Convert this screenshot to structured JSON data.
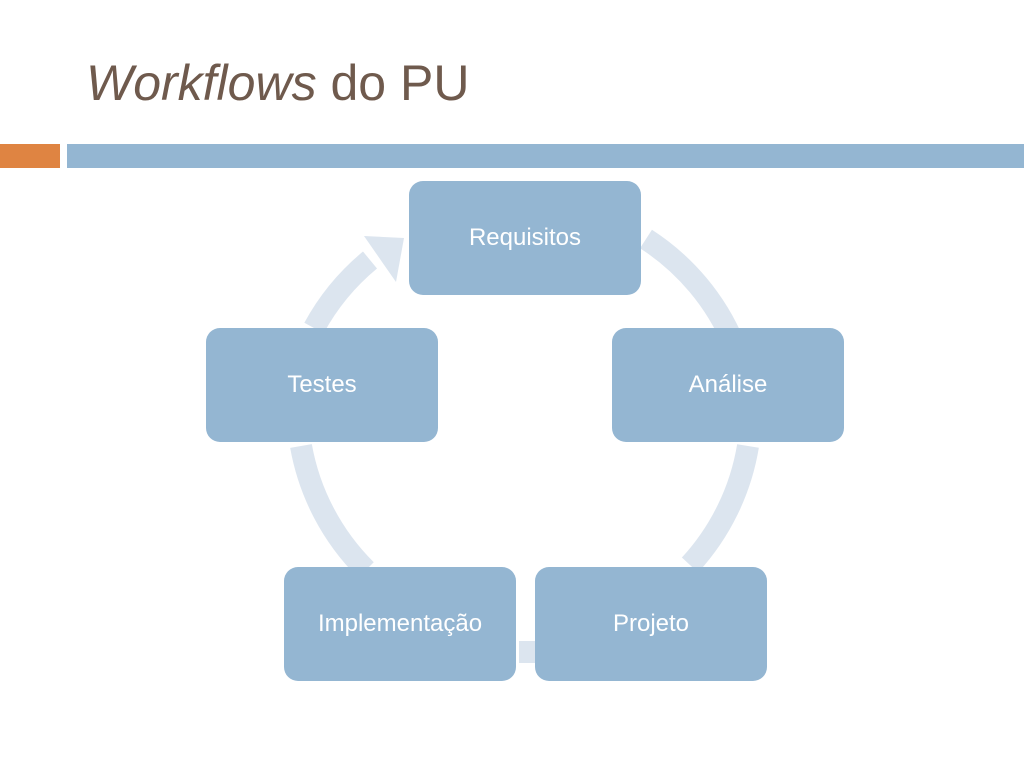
{
  "slide": {
    "title_emphasis": "Workflows",
    "title_rest": " do PU"
  },
  "colors": {
    "title": "#6f5a4d",
    "accent_orange": "#df8442",
    "accent_blue": "#94b6d2",
    "node_fill": "#94b6d2",
    "node_text": "#ffffff",
    "cycle_arrow": "#dce5ef"
  },
  "cycle": {
    "nodes": [
      {
        "label": "Requisitos"
      },
      {
        "label": "Análise"
      },
      {
        "label": "Projeto"
      },
      {
        "label": "Implementação"
      },
      {
        "label": "Testes"
      }
    ]
  }
}
